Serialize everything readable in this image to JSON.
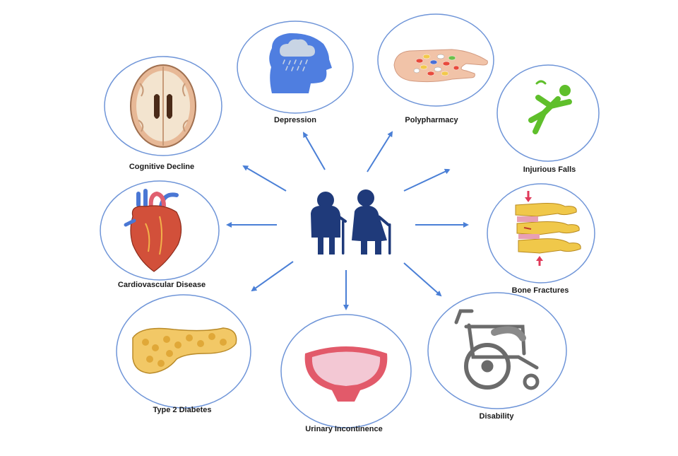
{
  "center": {
    "icon": "elderly-couple-icon",
    "color": "#1f3a7a"
  },
  "arrow_color": "#4a7fd6",
  "ring_color": "#6f95d8",
  "nodes": [
    {
      "id": "depression",
      "label": "Depression",
      "icon": "head-raincloud-icon"
    },
    {
      "id": "polypharmacy",
      "label": "Polypharmacy",
      "icon": "hand-pills-icon"
    },
    {
      "id": "injurious-falls",
      "label": "Injurious Falls",
      "icon": "falling-person-icon"
    },
    {
      "id": "bone-fractures",
      "label": "Bone Fractures",
      "icon": "vertebrae-icon"
    },
    {
      "id": "disability",
      "label": "Disability",
      "icon": "wheelchair-icon"
    },
    {
      "id": "urinary-incontinence",
      "label": "Urinary Incontinence",
      "icon": "bladder-icon"
    },
    {
      "id": "type-2-diabetes",
      "label": "Type 2 Diabetes",
      "icon": "pancreas-icon"
    },
    {
      "id": "cardiovascular-disease",
      "label": "Cardiovascular Disease",
      "icon": "heart-icon"
    },
    {
      "id": "cognitive-decline",
      "label": "Cognitive Decline",
      "icon": "brain-icon"
    }
  ]
}
